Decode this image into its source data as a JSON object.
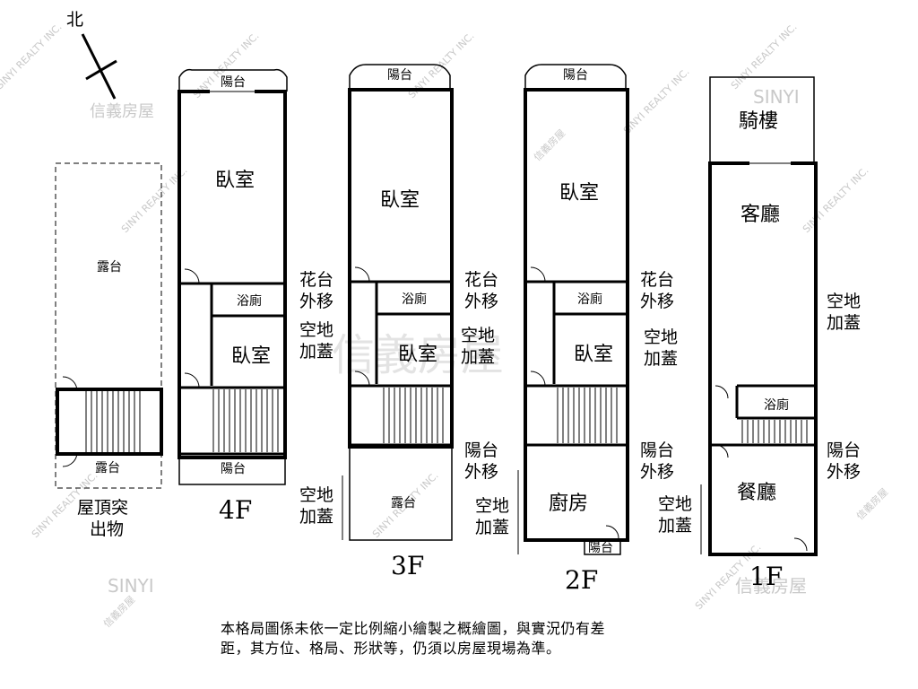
{
  "compass": {
    "north_label": "北"
  },
  "roof": {
    "terrace_top": "露台",
    "terrace_bottom": "露台",
    "caption_line1": "屋頂突",
    "caption_line2": "出物"
  },
  "floor4": {
    "balcony_top": "陽台",
    "bedroom_large": "臥室",
    "bathroom": "浴廁",
    "bedroom_small": "臥室",
    "balcony_bottom": "陽台",
    "label": "4F",
    "note_planter_1": "花台",
    "note_planter_2": "外移",
    "note_addition_1": "空地",
    "note_addition_2": "加蓋"
  },
  "floor3": {
    "balcony_top": "陽台",
    "bedroom_large": "臥室",
    "bathroom": "浴廁",
    "bedroom_small": "臥室",
    "terrace": "露台",
    "label": "3F",
    "note_planter_1": "花台",
    "note_planter_2": "外移",
    "note_addition_1": "空地",
    "note_addition_2": "加蓋",
    "note_balcony_1": "陽台",
    "note_balcony_2": "外移",
    "note_left_1": "空地",
    "note_left_2": "加蓋"
  },
  "floor2": {
    "balcony_top": "陽台",
    "bedroom_large": "臥室",
    "bathroom": "浴廁",
    "bedroom_small": "臥室",
    "kitchen": "廚房",
    "balcony_bottom": "陽台",
    "label": "2F",
    "note_planter_1": "花台",
    "note_planter_2": "外移",
    "note_addition_1": "空地",
    "note_addition_2": "加蓋",
    "note_balcony_1": "陽台",
    "note_balcony_2": "外移",
    "note_left_1": "空地",
    "note_left_2": "加蓋"
  },
  "floor1": {
    "arcade": "騎樓",
    "living_room": "客廳",
    "bathroom": "浴廁",
    "dining_room": "餐廳",
    "label": "1F",
    "note_addition_1": "空地",
    "note_addition_2": "加蓋",
    "note_balcony_1": "陽台",
    "note_balcony_2": "外移",
    "note_left_1": "空地",
    "note_left_2": "加蓋"
  },
  "disclaimer": "本格局圖係未依一定比例縮小繪製之概繪圖，與實況仍有差距，其方位、格局、形狀等，仍須以房屋現場為準。",
  "watermark": {
    "brand_cn": "信義房屋",
    "brand_en": "SINYI REALTY INC.",
    "brand_short": "SINYI"
  }
}
